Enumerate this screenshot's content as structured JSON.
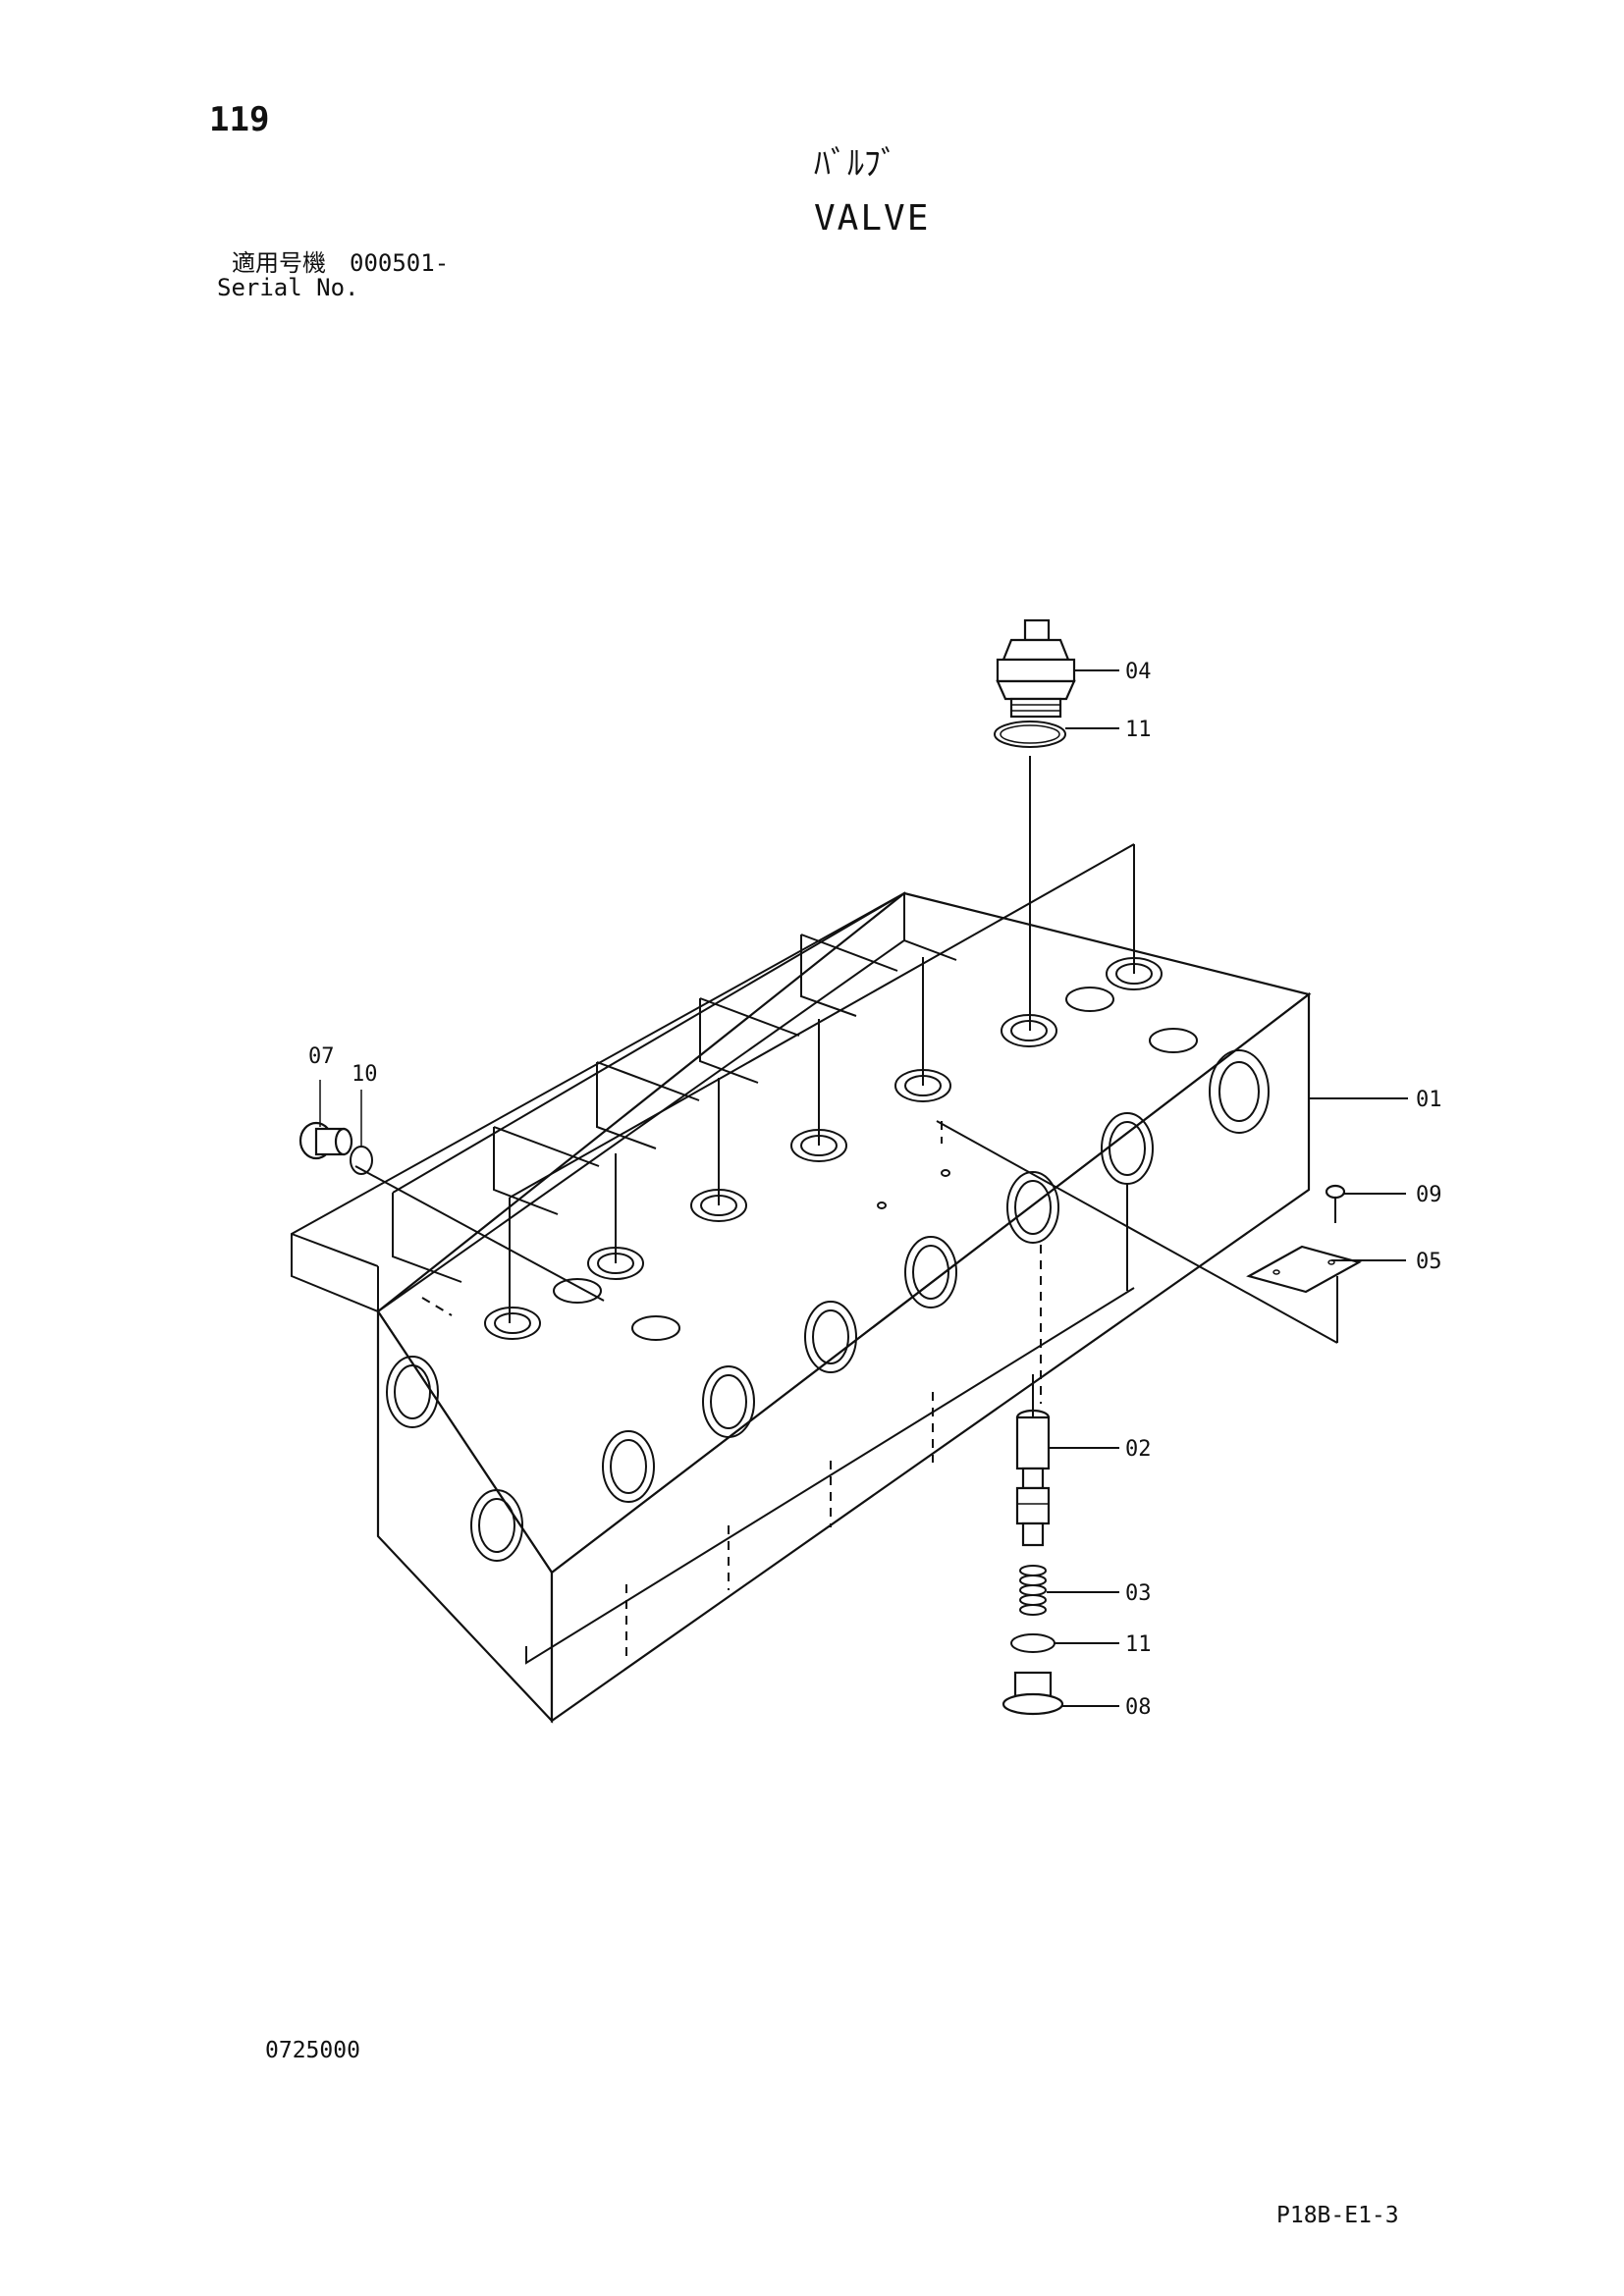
{
  "header": {
    "page_number": "119",
    "title_jp": "ﾊﾞﾙﾌﾞ",
    "title_en": "VALVE",
    "serial_label_jp": "適用号機",
    "serial_value": "000501-",
    "serial_label_en": "Serial No."
  },
  "diagram": {
    "part_labels": [
      "04",
      "11",
      "07",
      "10",
      "01",
      "09",
      "05",
      "02",
      "03",
      "11",
      "08"
    ]
  },
  "footer": {
    "drawing_number": "0725000",
    "page_code": "P18B-E1-3"
  }
}
